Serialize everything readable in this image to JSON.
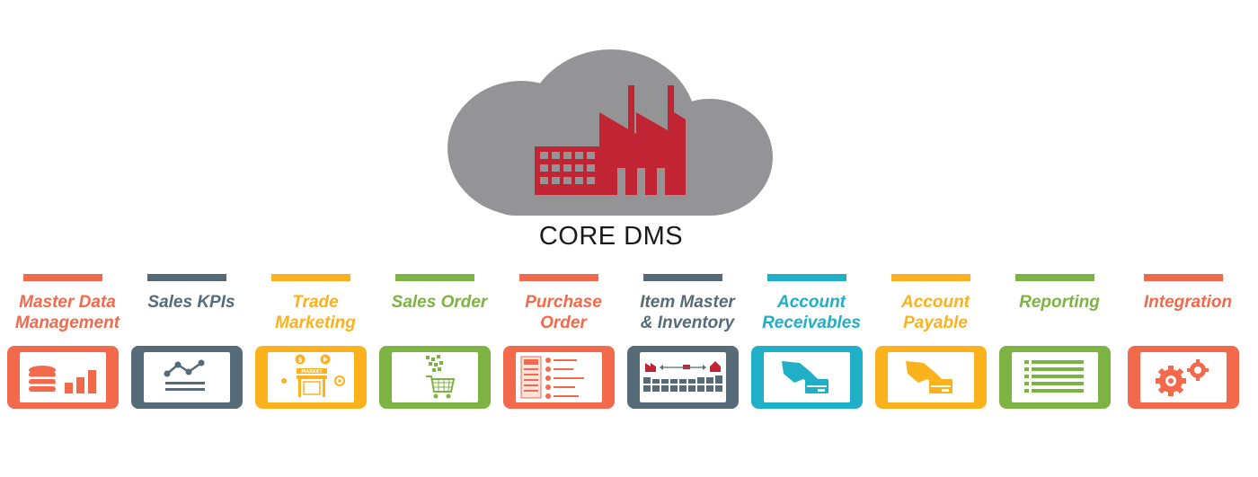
{
  "title": "CORE DMS",
  "colors": {
    "orange": "#f26a4b",
    "slate": "#556b78",
    "yellow": "#fbb21d",
    "green": "#7cb342",
    "teal": "#1fafc6",
    "cloud": "#949497",
    "factory": "#c12432"
  },
  "modules": [
    {
      "label_line1": "Master Data",
      "label_line2": "Management",
      "color": "#f26a4b",
      "icon": "database-chart-icon"
    },
    {
      "label_line1": "Sales KPIs",
      "label_line2": "",
      "color": "#556b78",
      "icon": "line-graph-icon"
    },
    {
      "label_line1": "Trade",
      "label_line2": "Marketing",
      "color": "#fbb21d",
      "icon": "market-store-icon",
      "screen_text": "MARKET"
    },
    {
      "label_line1": "Sales Order",
      "label_line2": "",
      "color": "#7cb342",
      "icon": "shopping-cart-icon"
    },
    {
      "label_line1": "Purchase",
      "label_line2": "Order",
      "color": "#f26a4b",
      "icon": "order-checklist-icon"
    },
    {
      "label_line1": "Item Master",
      "label_line2": "& Inventory",
      "color": "#556b78",
      "icon": "warehouse-inventory-icon"
    },
    {
      "label_line1": "Account",
      "label_line2": "Receivables",
      "color": "#1fafc6",
      "icon": "card-payment-icon"
    },
    {
      "label_line1": "Account",
      "label_line2": "Payable",
      "color": "#fbb21d",
      "icon": "card-payment-icon"
    },
    {
      "label_line1": "Reporting",
      "label_line2": "",
      "color": "#7cb342",
      "icon": "report-lines-icon"
    },
    {
      "label_line1": "Integration",
      "label_line2": "",
      "color": "#f26a4b",
      "icon": "gears-icon"
    }
  ]
}
